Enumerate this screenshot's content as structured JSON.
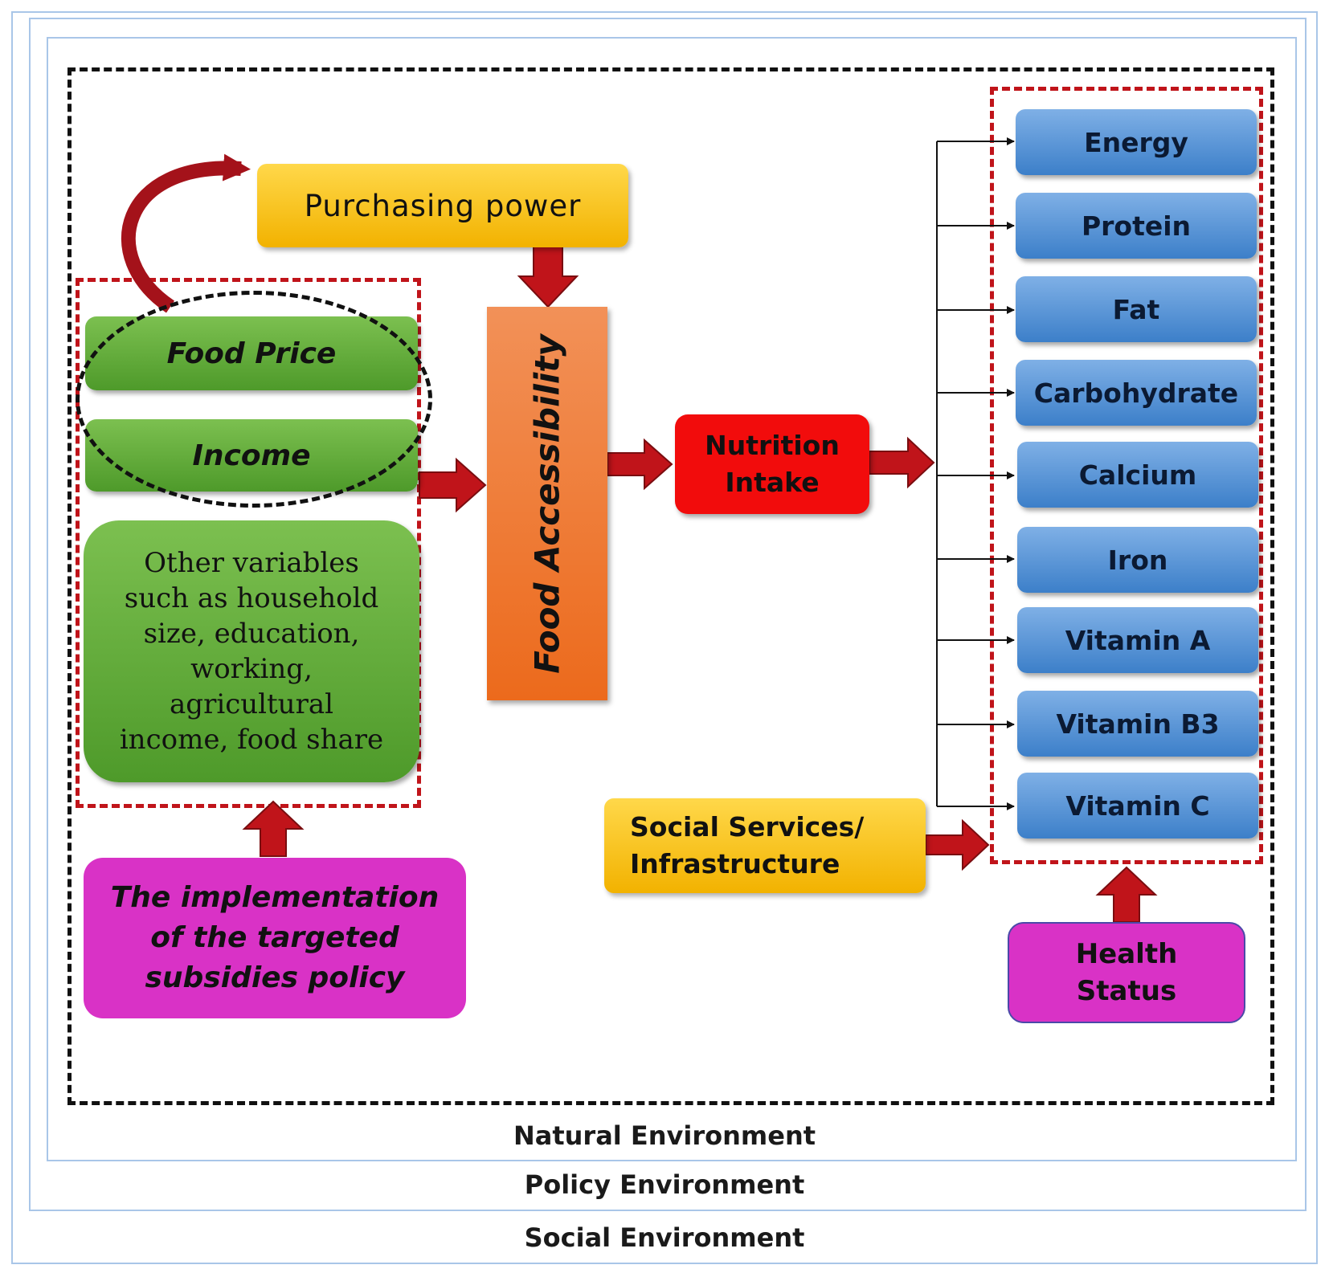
{
  "environments": {
    "natural": "Natural Environment",
    "policy": "Policy Environment",
    "social": "Social Environment"
  },
  "nodes": {
    "purchasing_power": "Purchasing power",
    "food_price": "Food Price",
    "income": "Income",
    "other_variables": "Other variables such as household size, education, working, agricultural income, food share",
    "food_accessibility": "Food Accessibility",
    "nutrition_intake_line1": "Nutrition",
    "nutrition_intake_line2": "Intake",
    "policy_line1": "The implementation",
    "policy_line2": "of the targeted",
    "policy_line3": "subsidies policy",
    "social_services_line1": "Social Services/",
    "social_services_line2": "Infrastructure",
    "health_line1": "Health",
    "health_line2": "Status"
  },
  "nutrients": [
    "Energy",
    "Protein",
    "Fat",
    "Carbohydrate",
    "Calcium",
    "Iron",
    "Vitamin A",
    "Vitamin B3",
    "Vitamin C"
  ],
  "colors": {
    "green": "#5aa834",
    "blue": "#4a8dd6",
    "yellow": "#f7c318",
    "orange": "#f07a28",
    "red": "#f20c0c",
    "magenta": "#d932c6",
    "arrow": "#c0141a",
    "frame": "#a9c6e8"
  }
}
